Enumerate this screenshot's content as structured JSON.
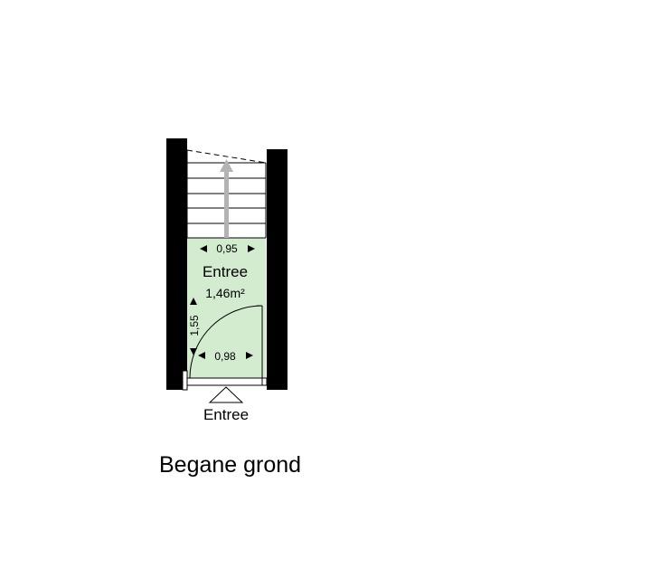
{
  "floor": {
    "title": "Begane grond"
  },
  "room": {
    "name": "Entree",
    "area": "1,46m²",
    "fill_color": "#d3ecd0",
    "width_top": "0,95",
    "width_bottom": "0,98",
    "depth": "1,55"
  },
  "entrance": {
    "label": "Entree"
  },
  "colors": {
    "wall": "#000000",
    "stair_arrow": "#b3b3b3",
    "line": "#000000"
  }
}
